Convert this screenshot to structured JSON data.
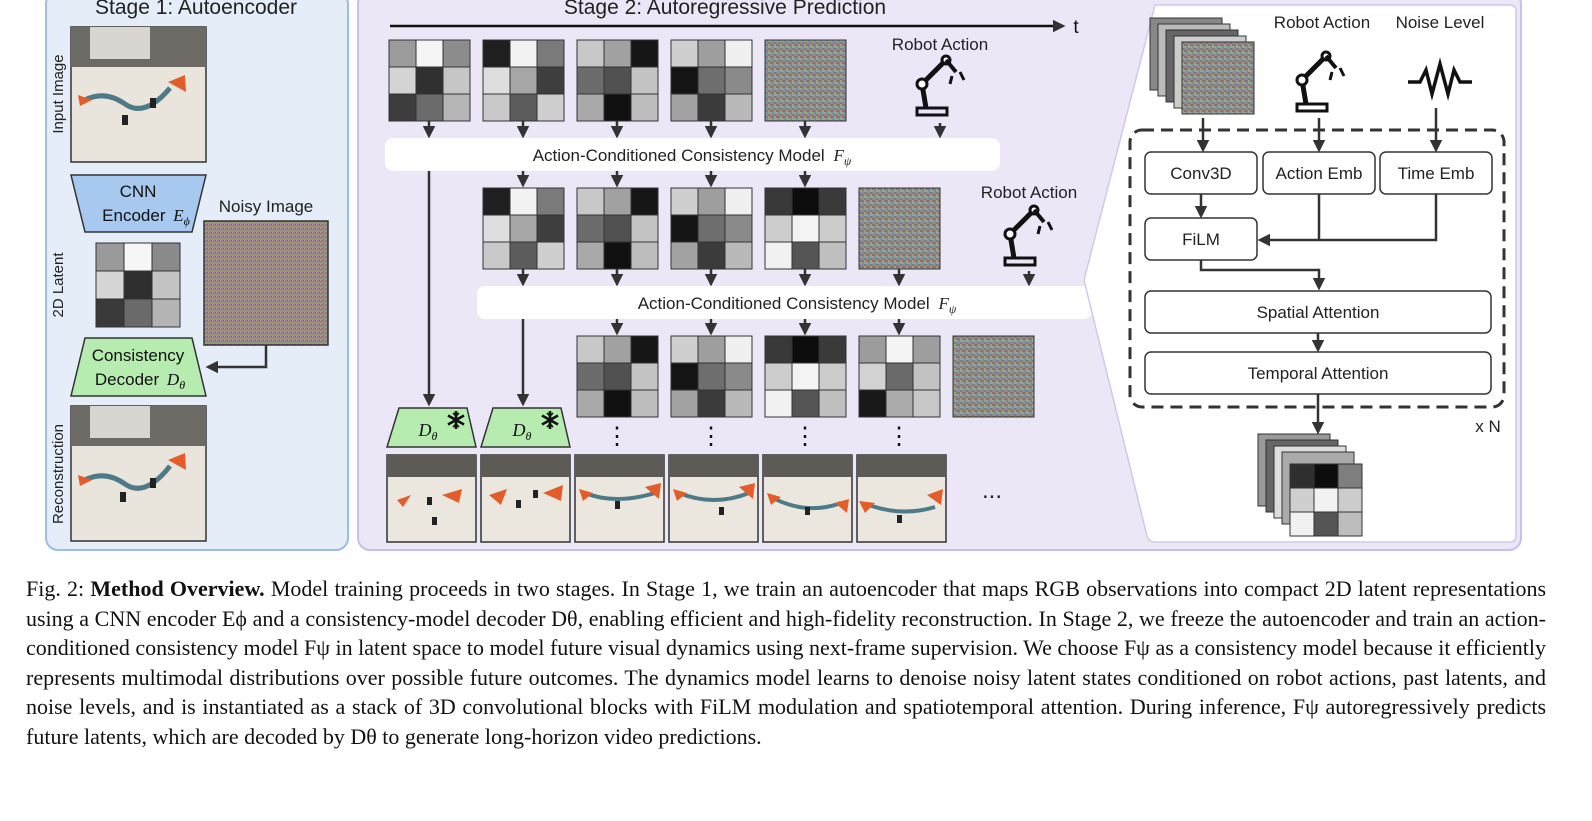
{
  "stage1": {
    "title": "Stage 1: Autoencoder",
    "input_label": "Input Image",
    "latent_label": "2D Latent",
    "recon_label": "Reconstruction",
    "encoder_l1": "CNN",
    "encoder_l2": "Encoder",
    "encoder_sym": "E",
    "encoder_sub": "ϕ",
    "noisy_label": "Noisy Image",
    "decoder_l1": "Consistency",
    "decoder_l2": "Decoder",
    "decoder_sym": "D",
    "decoder_sub": "θ"
  },
  "stage2": {
    "title": "Stage 2: Autoregressive Prediction",
    "time_label": "t",
    "robot_action": "Robot Action",
    "model_label": "Action-Conditioned Consistency Model",
    "model_sym": "F",
    "model_sub": "ψ",
    "dec_sym": "D",
    "dec_sub": "θ",
    "freeze_icon": "snowflake-icon",
    "vdots": "⋮",
    "ellipsis": "..."
  },
  "arch": {
    "robot_action": "Robot Action",
    "noise_level": "Noise Level",
    "conv3d": "Conv3D",
    "action_emb": "Action Emb",
    "time_emb": "Time Emb",
    "film": "FiLM",
    "spatial": "Spatial Attention",
    "temporal": "Temporal Attention",
    "repeat": "x N"
  },
  "colors": {
    "stage1_bg": "#e4edf8",
    "stage1_border": "#9dbde4",
    "stage2_bg": "#ebe7f7",
    "stage2_border": "#c9bfea",
    "encoder": "#a7c8ef",
    "decoder": "#b7ecb0"
  },
  "caption": {
    "label": "Fig. 2:",
    "bold": "Method Overview.",
    "lines": [
      "Model training proceeds in two stages. In Stage 1, we train an autoencoder that maps RGB observations",
      "into compact 2D latent representations using a CNN encoder Eϕ and a consistency-model decoder Dθ, enabling efficient and high-fidelity",
      "reconstruction. In Stage 2, we freeze the autoencoder and train an action-conditioned consistency model Fψ in latent space to model future",
      "visual dynamics using next-frame supervision. We choose Fψ as a consistency model because it efficiently represents multimodal distributions",
      "over possible future outcomes. The dynamics model learns to denoise noisy latent states conditioned on robot actions, past latents, and noise",
      "levels, and is instantiated as a stack of 3D convolutional blocks with FiLM modulation and spatiotemporal attention. During inference, Fψ",
      "autoregressively predicts future latents, which are decoded by Dθ to generate long-horizon video predictions."
    ]
  }
}
